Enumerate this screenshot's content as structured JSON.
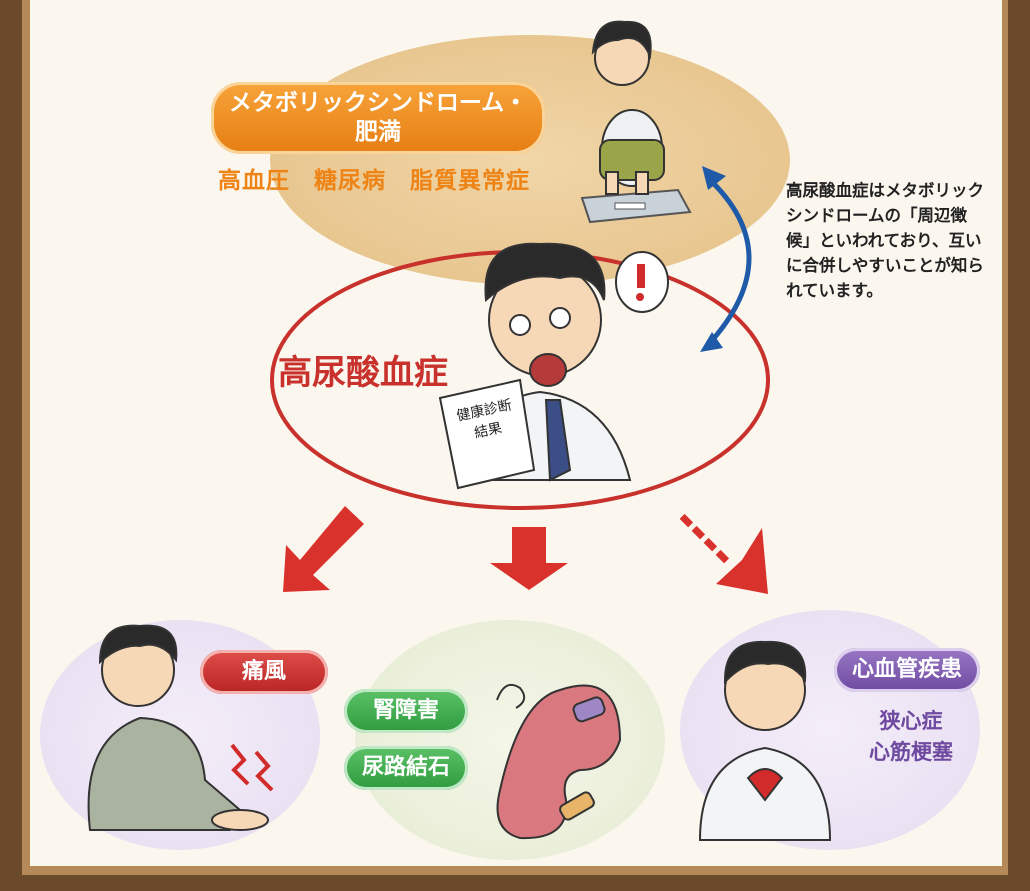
{
  "metabolic": {
    "label": "メタボリックシンドローム・\n肥満",
    "diseases": "高血圧　糖尿病　脂質異常症"
  },
  "center": {
    "title": "高尿酸血症",
    "sheet_line1": "健康診断",
    "sheet_line2": "結果"
  },
  "note": "高尿酸血症はメタボリックシンドロームの「周辺徴候」といわれており、互いに合併しやすいことが知られています。",
  "complications": {
    "gout": "痛風",
    "kidney": "腎障害",
    "stones": "尿路結石",
    "cardio": "心血管疾患",
    "cardio_items": "狭心症\n心筋梗塞"
  },
  "colors": {
    "orange": "#ee8416",
    "red": "#c8312c",
    "green": "#2e9a3e",
    "purple": "#6e4aa0",
    "blue_arrow": "#1f5aa8"
  }
}
